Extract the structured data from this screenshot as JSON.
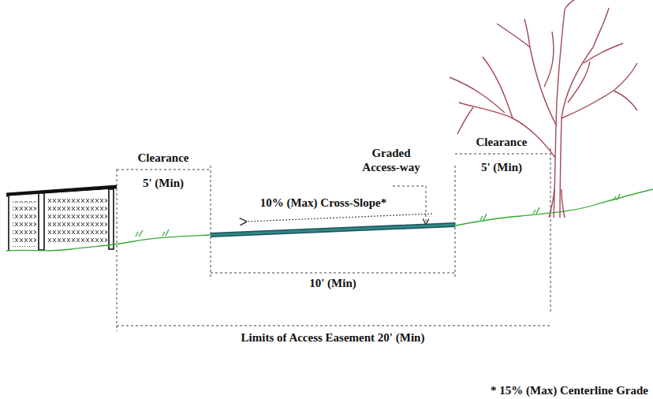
{
  "diagram": {
    "labels": [
      "Clearance",
      "5' (Min)",
      "Graded Access-way",
      "10% (Max) Cross-Slope*",
      "10' (Min)",
      "Clearance",
      "5' (Min)",
      "Limits of Access Easement 20' (Min)",
      "* 15% (Max) Centerline Grade"
    ]
  }
}
